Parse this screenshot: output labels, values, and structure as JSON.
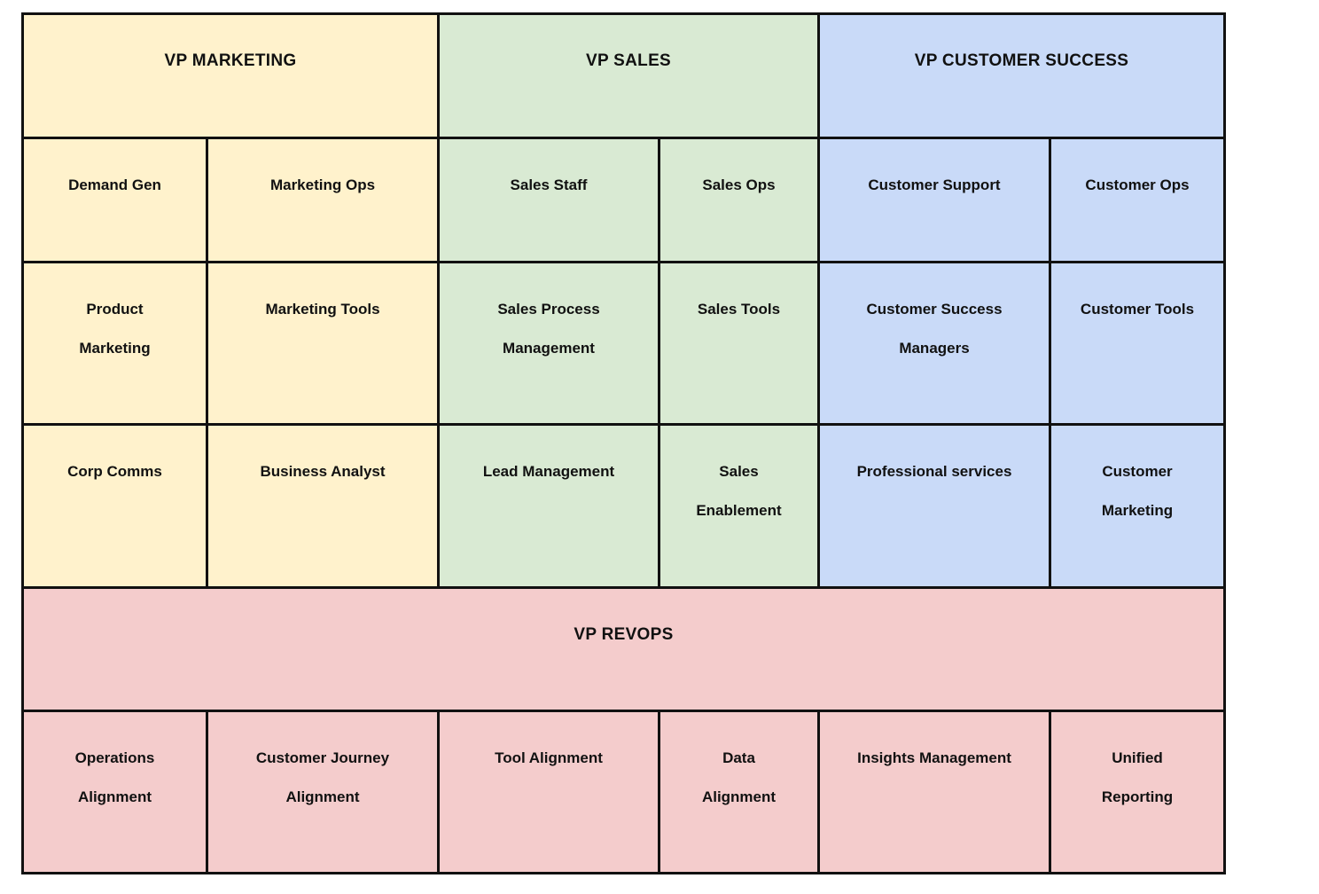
{
  "colors": {
    "marketing": "#fff2cc",
    "sales": "#d9ead3",
    "customer_success": "#c9daf8",
    "revops": "#f4cccc",
    "border": "#111111"
  },
  "headers": {
    "marketing": "VP  MARKETING",
    "sales": "VP  SALES",
    "customer_success": "VP CUSTOMER SUCCESS",
    "revops": "VP  REVOPS"
  },
  "marketing": {
    "demand_gen": "Demand Gen",
    "marketing_ops": "Marketing Ops",
    "product_marketing": "Product\nMarketing",
    "marketing_tools": "Marketing Tools",
    "corp_comms": "Corp Comms",
    "business_analyst": "Business Analyst"
  },
  "sales": {
    "sales_staff": "Sales Staff",
    "sales_ops": "Sales Ops",
    "sales_process_management": "Sales Process\nManagement",
    "sales_tools": "Sales Tools",
    "lead_management": "Lead Management",
    "sales_enablement": "Sales\nEnablement"
  },
  "customer_success": {
    "customer_support": "Customer Support",
    "customer_ops": "Customer Ops",
    "customer_success_managers": "Customer Success\nManagers",
    "customer_tools": "Customer Tools",
    "professional_services": "Professional services",
    "customer_marketing": "Customer\nMarketing"
  },
  "revops": {
    "operations_alignment": "Operations\nAlignment",
    "customer_journey_alignment": "Customer Journey\nAlignment",
    "tool_alignment": "Tool  Alignment",
    "data_alignment": "Data\nAlignment",
    "insights_management": "Insights Management",
    "unified_reporting": "Unified\nReporting"
  }
}
